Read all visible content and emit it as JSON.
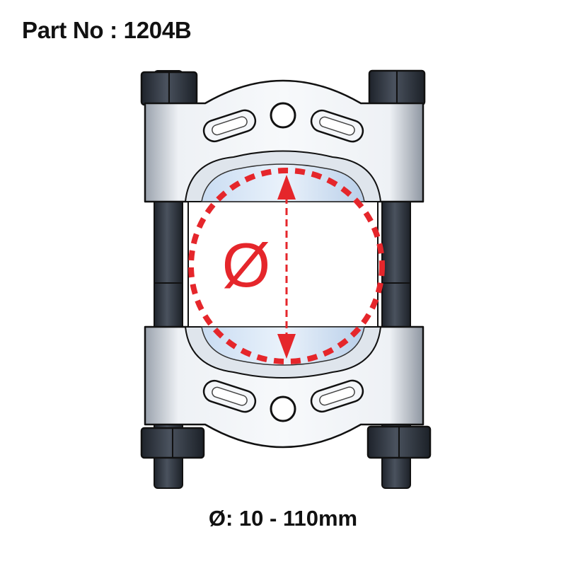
{
  "part_number_label": "Part No : 1204B",
  "diameter_symbol": "Ø",
  "diameter_range": "Ø: 10 - 110mm",
  "colors": {
    "highlight": "#e5262b",
    "bolt": "#2f3540",
    "plate": "#dde2ea",
    "outline": "#1a1a1a"
  },
  "icons": [
    "bearing-separator-illustration",
    "diameter-arrow-icon"
  ]
}
